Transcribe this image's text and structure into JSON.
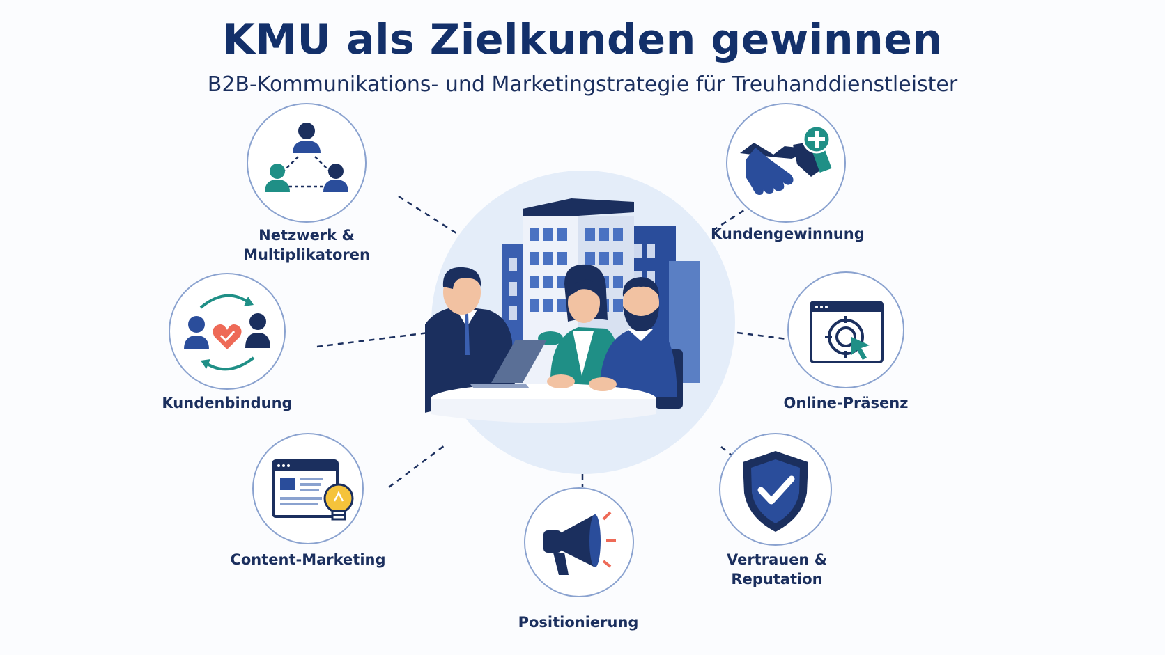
{
  "header": {
    "title": "KMU als Zielkunden gewinnen",
    "subtitle": "B2B-Kommunikations- und Marketingstrategie für Treuhanddienstleister"
  },
  "nodes": {
    "network": {
      "label_line1": "Netzwerk &",
      "label_line2": "Multiplikatoren",
      "icon": "network-people-icon"
    },
    "acquisition": {
      "label": "Kundengewinnung",
      "icon": "handshake-plus-icon"
    },
    "retention": {
      "label": "Kundenbindung",
      "icon": "people-heart-cycle-icon"
    },
    "online": {
      "label": "Online-Präsenz",
      "icon": "browser-target-icon"
    },
    "content": {
      "label": "Content-Marketing",
      "icon": "browser-lightbulb-icon"
    },
    "positioning": {
      "label": "Positionierung",
      "icon": "megaphone-icon"
    },
    "trust": {
      "label": "Vertrauen & Reputation",
      "icon": "shield-check-icon"
    }
  },
  "center": {
    "icon": "business-meeting-illustration"
  },
  "colors": {
    "navy": "#13306a",
    "blue": "#2a4d9b",
    "teal": "#1f8f86",
    "coral": "#ee6a57",
    "yellow": "#f5c33b",
    "circle_border": "#8aa2cf",
    "center_bg": "#e4edf9"
  }
}
